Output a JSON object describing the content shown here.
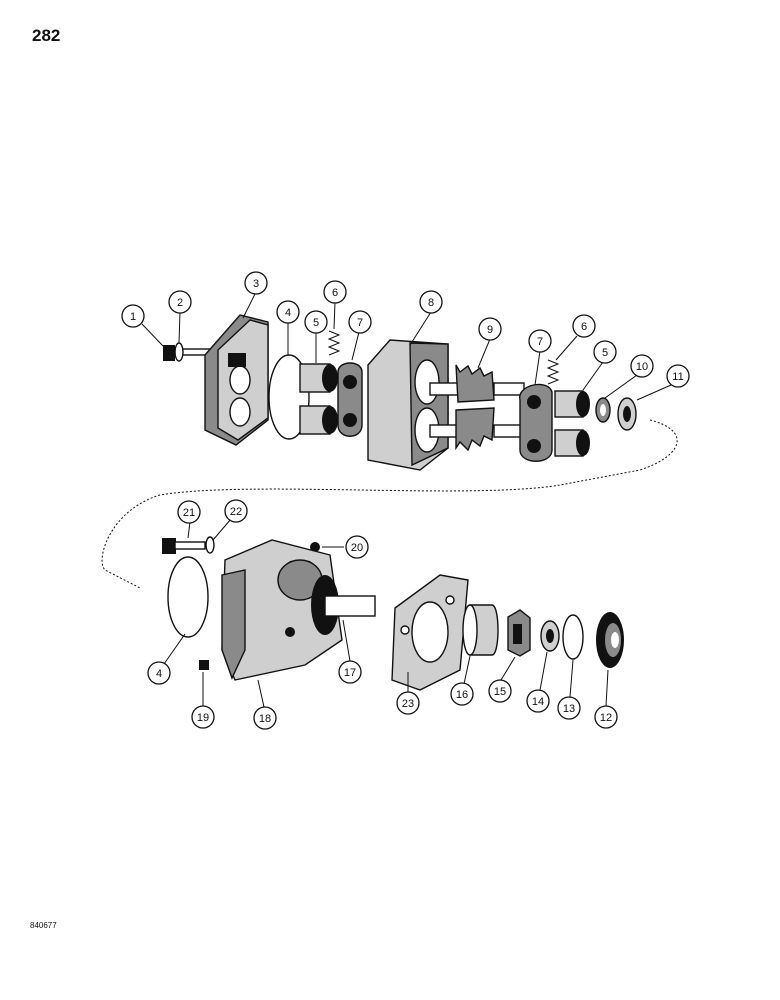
{
  "page": {
    "page_number": "282",
    "drawing_code": "840677"
  },
  "callouts": {
    "c1": "1",
    "c2": "2",
    "c3": "3",
    "c4_top": "4",
    "c5_left": "5",
    "c6_left": "6",
    "c7_left": "7",
    "c8": "8",
    "c9": "9",
    "c7_right": "7",
    "c6_right": "6",
    "c5_right": "5",
    "c10": "10",
    "c11": "11",
    "c21": "21",
    "c22": "22",
    "c20": "20",
    "c4_bottom": "4",
    "c19": "19",
    "c18": "18",
    "c17": "17",
    "c23": "23",
    "c16": "16",
    "c15": "15",
    "c14": "14",
    "c13": "13",
    "c12": "12"
  },
  "colors": {
    "ink": "#111111",
    "paper": "#ffffff",
    "mid_gray": "#8a8a8a",
    "light_gray": "#cfcfcf"
  }
}
